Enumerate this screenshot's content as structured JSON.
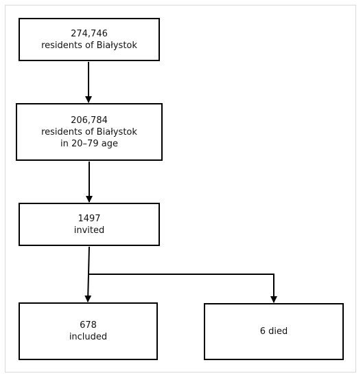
{
  "boxes": {
    "residents": {
      "count": "274,746",
      "text": "residents of Białystok"
    },
    "residents_age": {
      "count": "206,784",
      "text": "residents of Białystok",
      "subtext": "in 20–79 age"
    },
    "invited": {
      "count": "1497",
      "text": "invited"
    },
    "included": {
      "count": "678",
      "text": "included"
    },
    "died": {
      "text": "6 died"
    }
  }
}
